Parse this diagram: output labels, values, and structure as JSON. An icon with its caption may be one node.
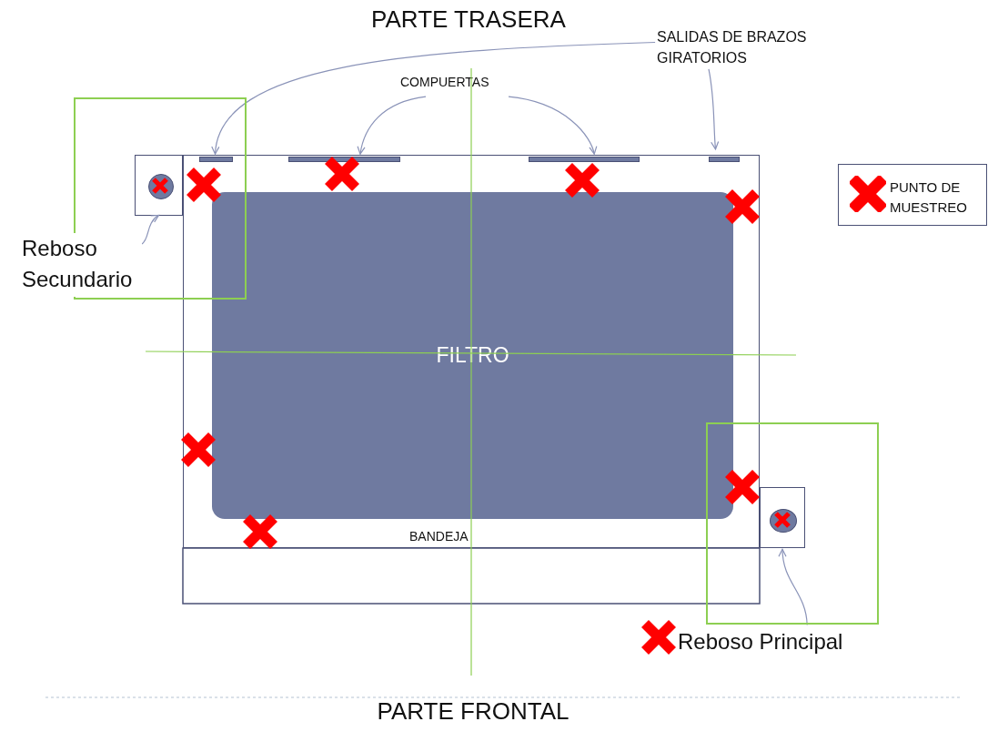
{
  "diagram": {
    "title": "PARTE TRASERA",
    "nodes": [
      {
        "text": [
          "BANDEJA"
        ]
      },
      {
        "text": [
          "FILTRO"
        ],
        "in": 0
      },
      {
        "text": [],
        "shape": "bar",
        "in": 0
      },
      {
        "text": [],
        "shape": "bar",
        "in": 0
      },
      {
        "text": [],
        "shape": "bar",
        "in": 0
      },
      {
        "text": [],
        "shape": "bar",
        "in": 0
      },
      {
        "text": [],
        "shape": "box"
      },
      {
        "text": [],
        "shape": "circle",
        "in": 6
      },
      {
        "text": [],
        "shape": "box"
      },
      {
        "text": [],
        "shape": "circle",
        "in": 8
      },
      {
        "text": [
          "COMPUERTAS"
        ]
      },
      {
        "text": [
          "SALIDAS DE BRAZOS GIRATORIOS"
        ]
      },
      {
        "text": [
          "Reboso Secundario"
        ]
      },
      {
        "text": [
          "Reboso Principal"
        ]
      }
    ],
    "edges": [
      {
        "from": 10,
        "to": 3,
        "arrow": "to"
      },
      {
        "from": 10,
        "to": 4,
        "arrow": "to"
      },
      {
        "from": 11,
        "to": 2,
        "arrow": "to"
      },
      {
        "from": 11,
        "to": 5,
        "arrow": "to"
      },
      {
        "from": 12,
        "to": 6,
        "arrow": "to"
      },
      {
        "from": 13,
        "to": 8,
        "arrow": "to"
      }
    ],
    "labels": [
      "PARTE FRONTAL"
    ],
    "legend": [
      {
        "text": "PUNTO DE MUESTREO"
      }
    ]
  }
}
